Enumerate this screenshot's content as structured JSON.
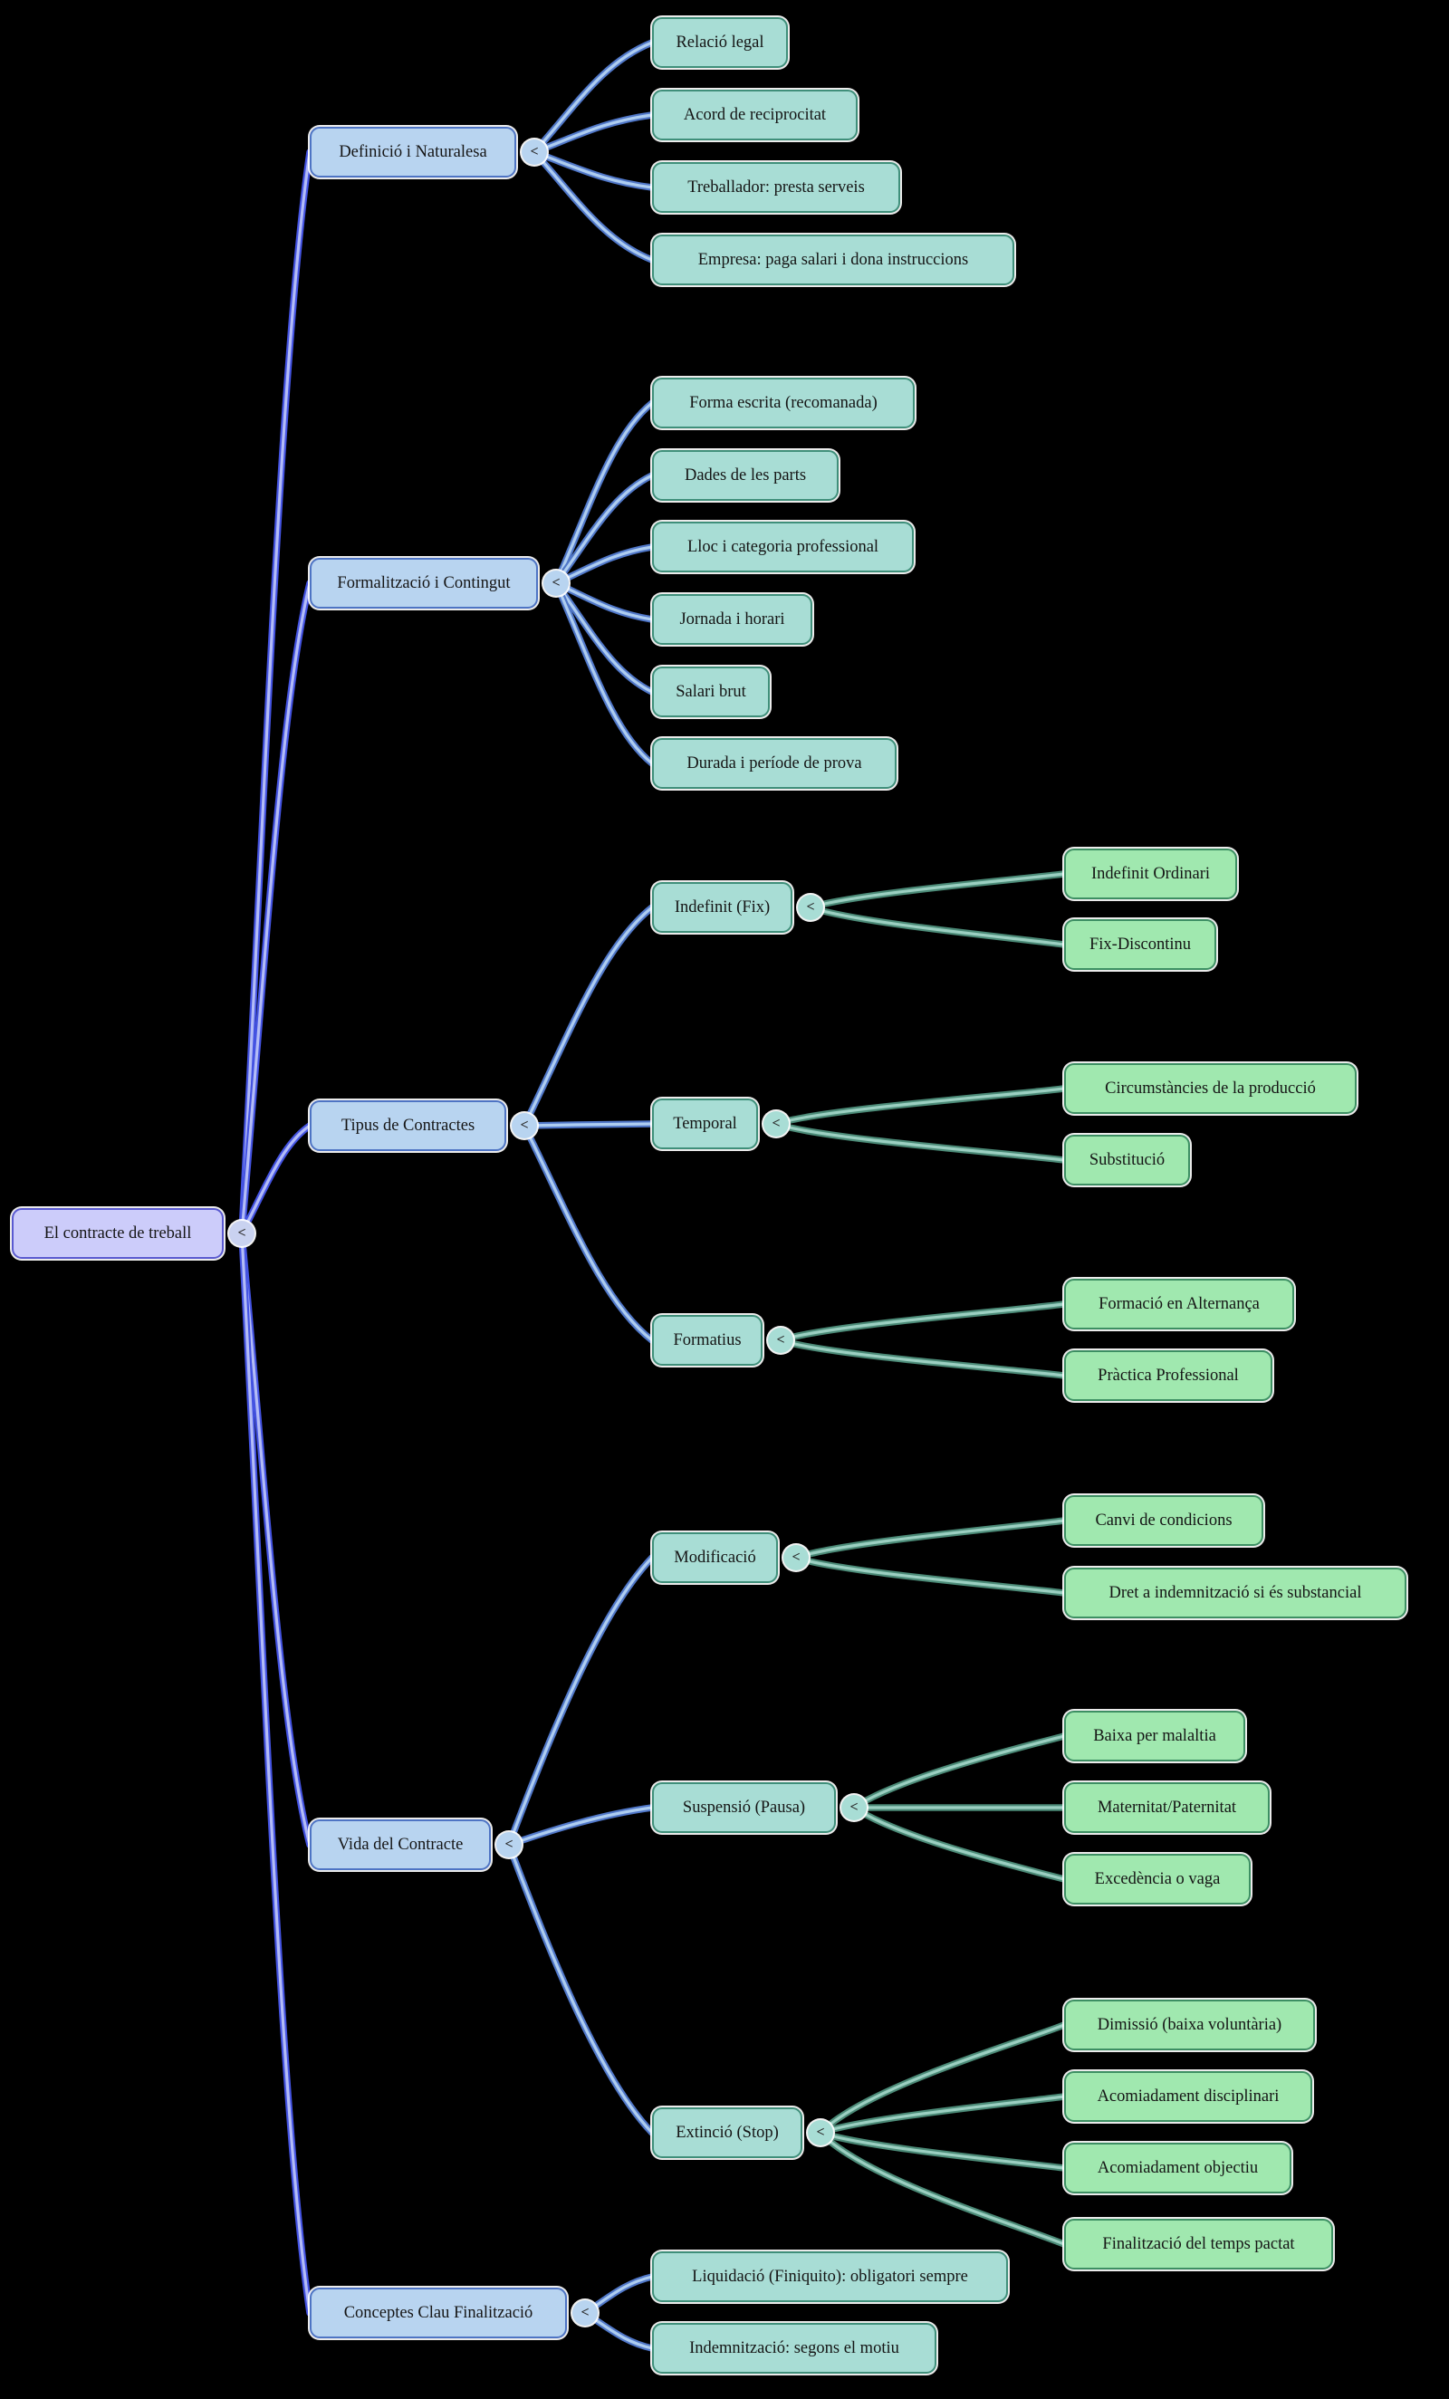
{
  "ui": {
    "collapse_glyph": "<"
  },
  "palette": {
    "background": "#000000",
    "root_fill": "#ccccfa",
    "level1_fill": "#b8d4f0",
    "level2_fill": "#a8ddd5",
    "level3_fill": "#a0e8af",
    "edge_root": "#4453e2",
    "edge_blue": "#5077c8",
    "edge_green": "#4b8a77"
  },
  "tree": {
    "label": "El contracte de treball",
    "children": [
      {
        "label": "Definició i Naturalesa",
        "children": [
          {
            "label": "Relació legal"
          },
          {
            "label": "Acord de reciprocitat"
          },
          {
            "label": "Treballador: presta serveis"
          },
          {
            "label": "Empresa: paga salari i dona instruccions"
          }
        ]
      },
      {
        "label": "Formalització i Contingut",
        "children": [
          {
            "label": "Forma escrita (recomanada)"
          },
          {
            "label": "Dades de les parts"
          },
          {
            "label": "Lloc i categoria professional"
          },
          {
            "label": "Jornada i horari"
          },
          {
            "label": "Salari brut"
          },
          {
            "label": "Durada i període de prova"
          }
        ]
      },
      {
        "label": "Tipus de Contractes",
        "children": [
          {
            "label": "Indefinit (Fix)",
            "children": [
              {
                "label": "Indefinit Ordinari"
              },
              {
                "label": "Fix-Discontinu"
              }
            ]
          },
          {
            "label": "Temporal",
            "children": [
              {
                "label": "Circumstàncies de la producció"
              },
              {
                "label": "Substitució"
              }
            ]
          },
          {
            "label": "Formatius",
            "children": [
              {
                "label": "Formació en Alternança"
              },
              {
                "label": "Pràctica Professional"
              }
            ]
          }
        ]
      },
      {
        "label": "Vida del Contracte",
        "children": [
          {
            "label": "Modificació",
            "children": [
              {
                "label": "Canvi de condicions"
              },
              {
                "label": "Dret a indemnització si és substancial"
              }
            ]
          },
          {
            "label": "Suspensió (Pausa)",
            "children": [
              {
                "label": "Baixa per malaltia"
              },
              {
                "label": "Maternitat/Paternitat"
              },
              {
                "label": "Excedència o vaga"
              }
            ]
          },
          {
            "label": "Extinció (Stop)",
            "children": [
              {
                "label": "Dimissió (baixa voluntària)"
              },
              {
                "label": "Acomiadament disciplinari"
              },
              {
                "label": "Acomiadament objectiu"
              },
              {
                "label": "Finalització del temps pactat"
              }
            ]
          }
        ]
      },
      {
        "label": "Conceptes Clau Finalització",
        "children": [
          {
            "label": "Liquidació (Finiquito): obligatori sempre"
          },
          {
            "label": "Indemnització: segons el motiu"
          }
        ]
      }
    ]
  }
}
